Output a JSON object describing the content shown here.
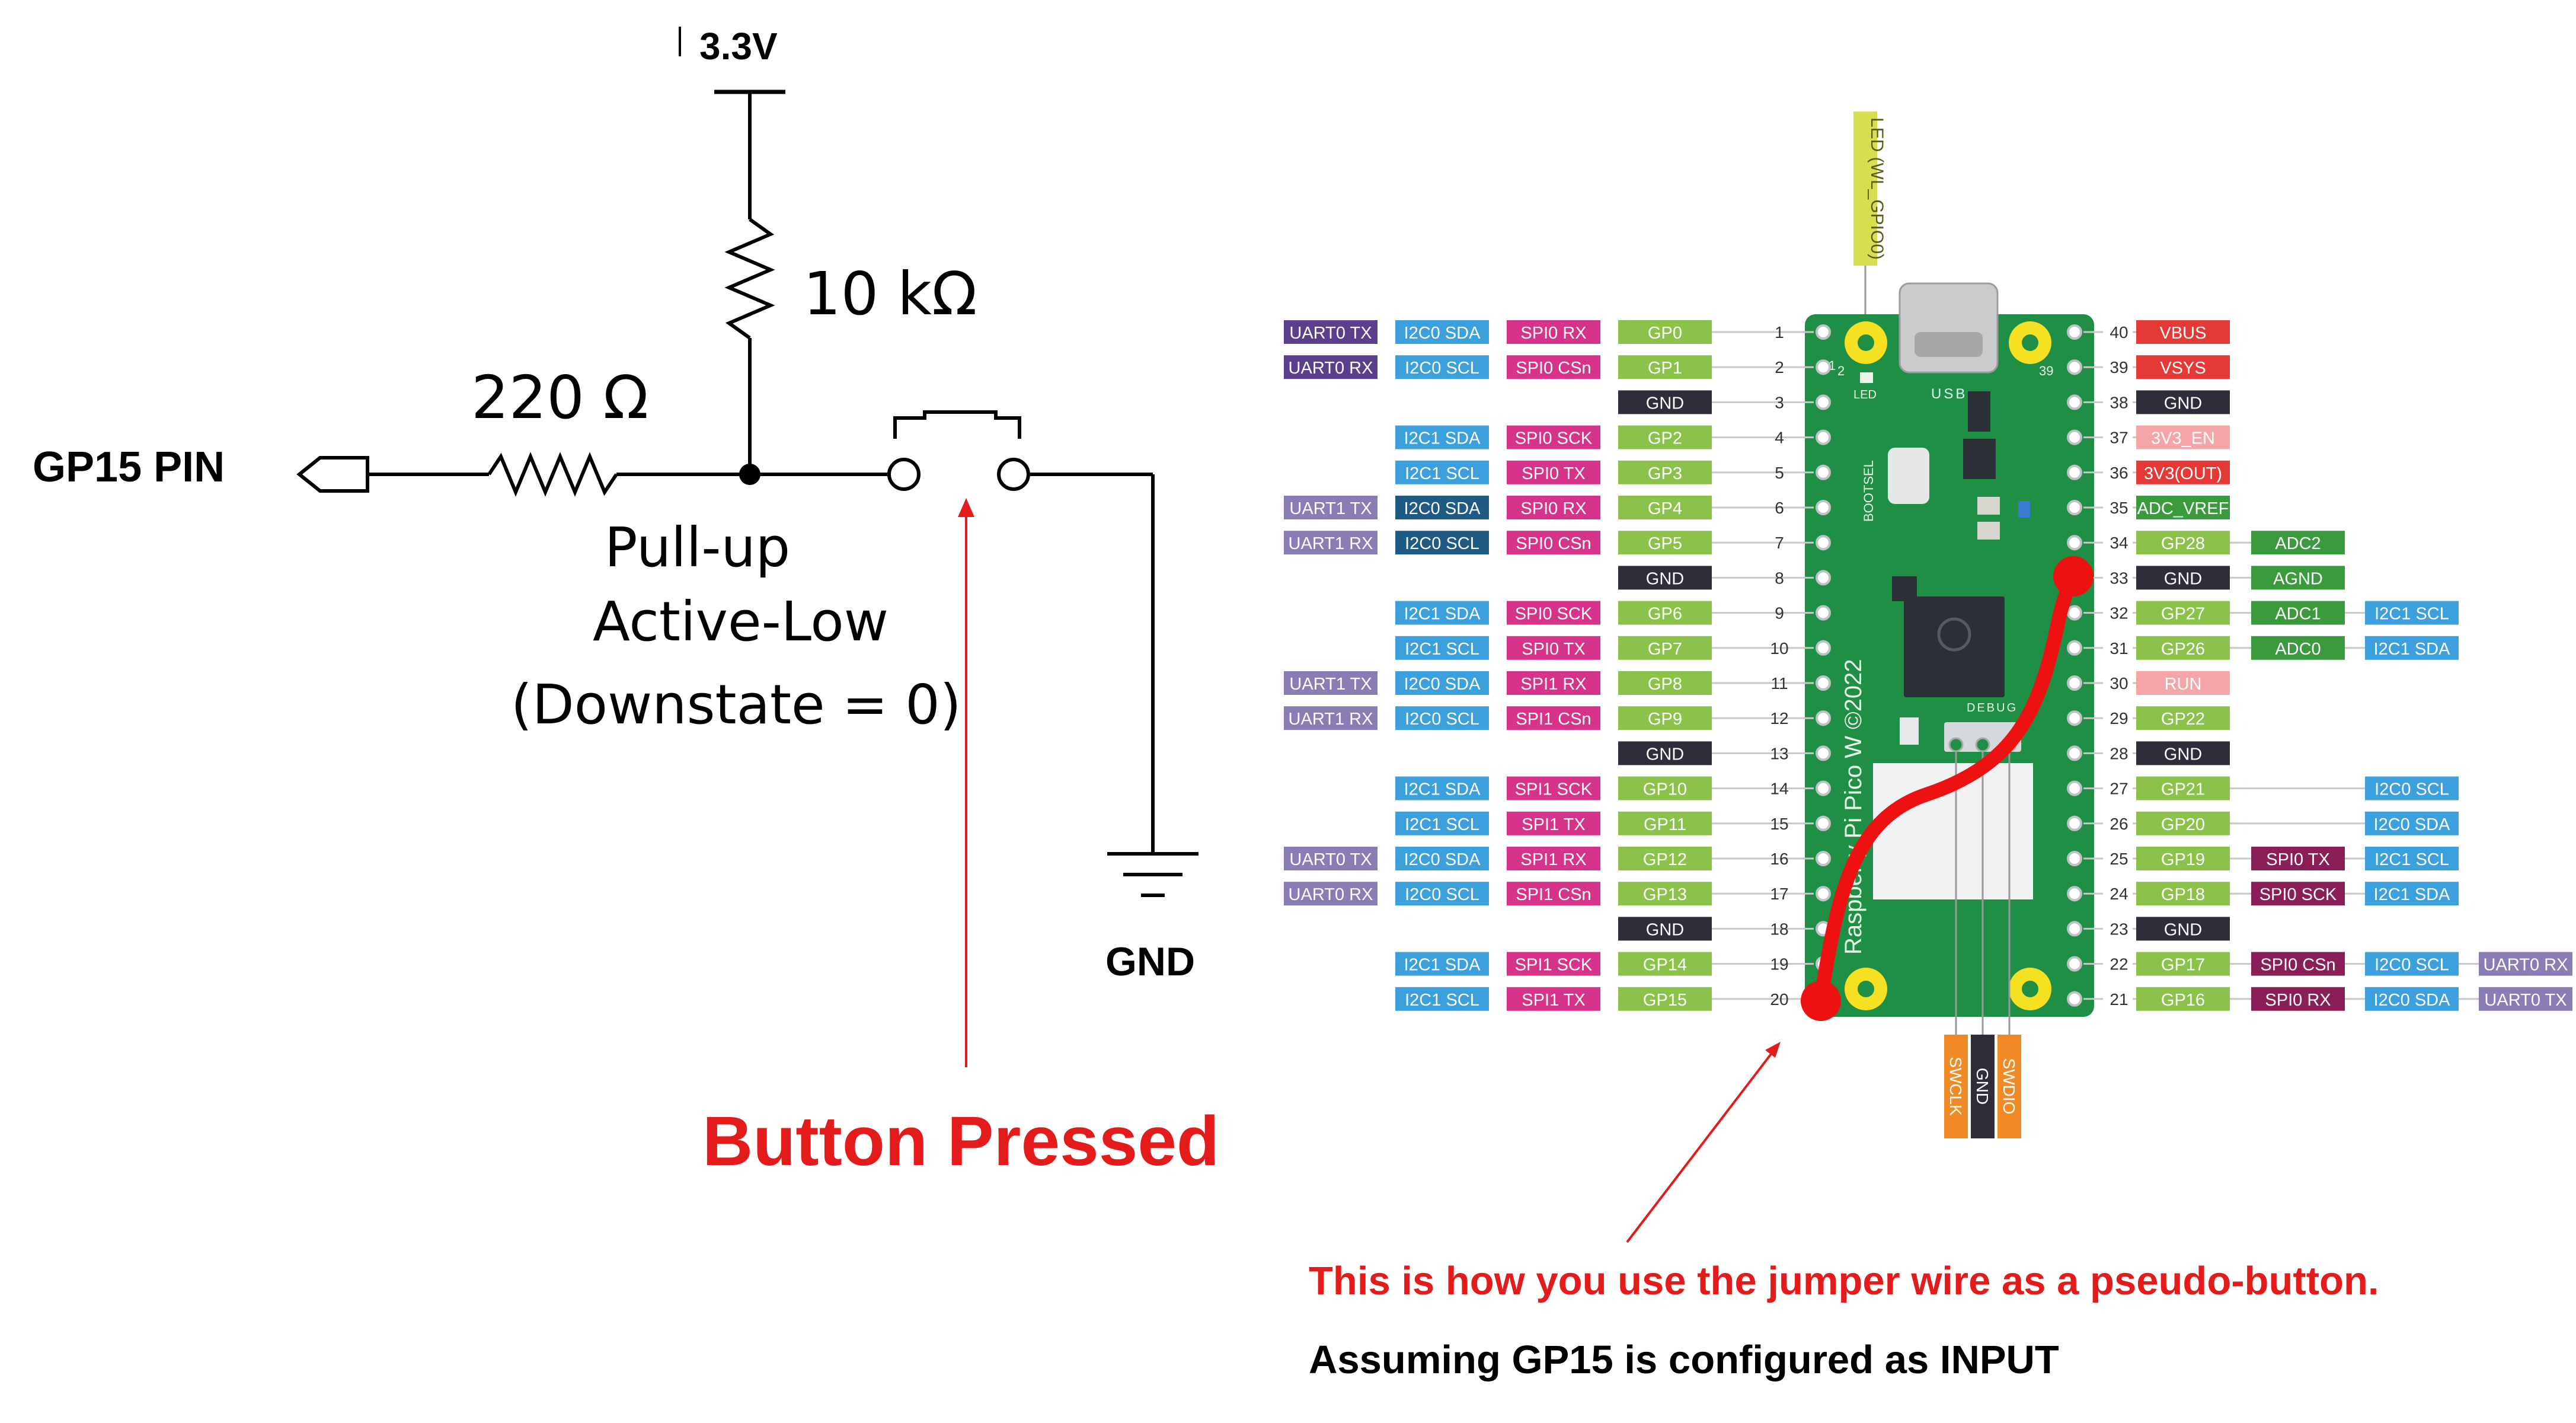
{
  "schematic": {
    "supply_label": "3.3V",
    "pullup_resistor_label": "10 kΩ",
    "series_resistor_label": "220 Ω",
    "pin_label": "GP15 PIN",
    "mode_line1": "Pull-up",
    "mode_line2": "Active-Low",
    "mode_line3": "(Downstate = 0)",
    "ground_label": "GND",
    "callout": "Button Pressed"
  },
  "board": {
    "name": "Raspberry Pi Pico W ©2022",
    "led_header": "LED (WL_GPIO0)",
    "led_mark": "LED",
    "usb_mark": "USB",
    "bootsel_mark": "BOOTSEL",
    "debug_mark": "DEBUG",
    "corner_pin1": "1",
    "corner_pin2": "2",
    "corner_pin39": "39",
    "debug_pins": [
      "SWCLK",
      "GND",
      "SWDIO"
    ]
  },
  "colors": {
    "uart": "#8a7cb5",
    "uart_dark": "#5b3f8d",
    "i2c": "#3ba0dc",
    "i2c_dark": "#1f5a84",
    "spi": "#d6338a",
    "spi_dark": "#8a1f57",
    "gpio": "#8bc34a",
    "gnd": "#2e2e3a",
    "power": "#e53935",
    "run": "#f4a5a8",
    "adc": "#3b9a3d",
    "swd": "#f08a24",
    "board": "#1f8f45",
    "wire": "#ee1111",
    "callout_red": "#e31b1b"
  },
  "left_pins": [
    {
      "num": "1",
      "labels": [
        {
          "t": "GP0",
          "c": "gpio"
        },
        {
          "t": "SPI0 RX",
          "c": "spi"
        },
        {
          "t": "I2C0 SDA",
          "c": "i2c"
        },
        {
          "t": "UART0 TX",
          "c": "uart_dark"
        }
      ]
    },
    {
      "num": "2",
      "labels": [
        {
          "t": "GP1",
          "c": "gpio"
        },
        {
          "t": "SPI0 CSn",
          "c": "spi"
        },
        {
          "t": "I2C0 SCL",
          "c": "i2c"
        },
        {
          "t": "UART0 RX",
          "c": "uart_dark"
        }
      ]
    },
    {
      "num": "3",
      "labels": [
        {
          "t": "GND",
          "c": "gnd"
        }
      ]
    },
    {
      "num": "4",
      "labels": [
        {
          "t": "GP2",
          "c": "gpio"
        },
        {
          "t": "SPI0 SCK",
          "c": "spi"
        },
        {
          "t": "I2C1 SDA",
          "c": "i2c"
        }
      ]
    },
    {
      "num": "5",
      "labels": [
        {
          "t": "GP3",
          "c": "gpio"
        },
        {
          "t": "SPI0 TX",
          "c": "spi"
        },
        {
          "t": "I2C1 SCL",
          "c": "i2c"
        }
      ]
    },
    {
      "num": "6",
      "labels": [
        {
          "t": "GP4",
          "c": "gpio"
        },
        {
          "t": "SPI0 RX",
          "c": "spi"
        },
        {
          "t": "I2C0 SDA",
          "c": "i2c_dark"
        },
        {
          "t": "UART1 TX",
          "c": "uart"
        }
      ]
    },
    {
      "num": "7",
      "labels": [
        {
          "t": "GP5",
          "c": "gpio"
        },
        {
          "t": "SPI0 CSn",
          "c": "spi"
        },
        {
          "t": "I2C0 SCL",
          "c": "i2c_dark"
        },
        {
          "t": "UART1 RX",
          "c": "uart"
        }
      ]
    },
    {
      "num": "8",
      "labels": [
        {
          "t": "GND",
          "c": "gnd"
        }
      ]
    },
    {
      "num": "9",
      "labels": [
        {
          "t": "GP6",
          "c": "gpio"
        },
        {
          "t": "SPI0 SCK",
          "c": "spi"
        },
        {
          "t": "I2C1 SDA",
          "c": "i2c"
        }
      ]
    },
    {
      "num": "10",
      "labels": [
        {
          "t": "GP7",
          "c": "gpio"
        },
        {
          "t": "SPI0 TX",
          "c": "spi"
        },
        {
          "t": "I2C1 SCL",
          "c": "i2c"
        }
      ]
    },
    {
      "num": "11",
      "labels": [
        {
          "t": "GP8",
          "c": "gpio"
        },
        {
          "t": "SPI1 RX",
          "c": "spi"
        },
        {
          "t": "I2C0 SDA",
          "c": "i2c"
        },
        {
          "t": "UART1 TX",
          "c": "uart"
        }
      ]
    },
    {
      "num": "12",
      "labels": [
        {
          "t": "GP9",
          "c": "gpio"
        },
        {
          "t": "SPI1 CSn",
          "c": "spi"
        },
        {
          "t": "I2C0 SCL",
          "c": "i2c"
        },
        {
          "t": "UART1 RX",
          "c": "uart"
        }
      ]
    },
    {
      "num": "13",
      "labels": [
        {
          "t": "GND",
          "c": "gnd"
        }
      ]
    },
    {
      "num": "14",
      "labels": [
        {
          "t": "GP10",
          "c": "gpio"
        },
        {
          "t": "SPI1 SCK",
          "c": "spi"
        },
        {
          "t": "I2C1 SDA",
          "c": "i2c"
        }
      ]
    },
    {
      "num": "15",
      "labels": [
        {
          "t": "GP11",
          "c": "gpio"
        },
        {
          "t": "SPI1 TX",
          "c": "spi"
        },
        {
          "t": "I2C1 SCL",
          "c": "i2c"
        }
      ]
    },
    {
      "num": "16",
      "labels": [
        {
          "t": "GP12",
          "c": "gpio"
        },
        {
          "t": "SPI1 RX",
          "c": "spi"
        },
        {
          "t": "I2C0 SDA",
          "c": "i2c"
        },
        {
          "t": "UART0 TX",
          "c": "uart"
        }
      ]
    },
    {
      "num": "17",
      "labels": [
        {
          "t": "GP13",
          "c": "gpio"
        },
        {
          "t": "SPI1 CSn",
          "c": "spi"
        },
        {
          "t": "I2C0 SCL",
          "c": "i2c"
        },
        {
          "t": "UART0 RX",
          "c": "uart"
        }
      ]
    },
    {
      "num": "18",
      "labels": [
        {
          "t": "GND",
          "c": "gnd"
        }
      ]
    },
    {
      "num": "19",
      "labels": [
        {
          "t": "GP14",
          "c": "gpio"
        },
        {
          "t": "SPI1 SCK",
          "c": "spi"
        },
        {
          "t": "I2C1 SDA",
          "c": "i2c"
        }
      ]
    },
    {
      "num": "20",
      "labels": [
        {
          "t": "GP15",
          "c": "gpio"
        },
        {
          "t": "SPI1 TX",
          "c": "spi"
        },
        {
          "t": "I2C1 SCL",
          "c": "i2c"
        }
      ]
    }
  ],
  "right_pins": [
    {
      "num": "40",
      "labels": [
        {
          "t": "VBUS",
          "c": "power"
        }
      ]
    },
    {
      "num": "39",
      "labels": [
        {
          "t": "VSYS",
          "c": "power"
        }
      ]
    },
    {
      "num": "38",
      "labels": [
        {
          "t": "GND",
          "c": "gnd"
        }
      ]
    },
    {
      "num": "37",
      "labels": [
        {
          "t": "3V3_EN",
          "c": "run"
        }
      ]
    },
    {
      "num": "36",
      "labels": [
        {
          "t": "3V3(OUT)",
          "c": "power"
        }
      ]
    },
    {
      "num": "35",
      "labels": [
        {
          "t": "ADC_VREF",
          "c": "adc"
        }
      ]
    },
    {
      "num": "34",
      "labels": [
        {
          "t": "GP28",
          "c": "gpio"
        },
        {
          "t": "ADC2",
          "c": "adc"
        }
      ]
    },
    {
      "num": "33",
      "labels": [
        {
          "t": "GND",
          "c": "gnd"
        },
        {
          "t": "AGND",
          "c": "adc"
        }
      ]
    },
    {
      "num": "32",
      "labels": [
        {
          "t": "GP27",
          "c": "gpio"
        },
        {
          "t": "ADC1",
          "c": "adc"
        },
        {
          "t": "I2C1 SCL",
          "c": "i2c"
        }
      ]
    },
    {
      "num": "31",
      "labels": [
        {
          "t": "GP26",
          "c": "gpio"
        },
        {
          "t": "ADC0",
          "c": "adc"
        },
        {
          "t": "I2C1 SDA",
          "c": "i2c"
        }
      ]
    },
    {
      "num": "30",
      "labels": [
        {
          "t": "RUN",
          "c": "run"
        }
      ]
    },
    {
      "num": "29",
      "labels": [
        {
          "t": "GP22",
          "c": "gpio"
        }
      ]
    },
    {
      "num": "28",
      "labels": [
        {
          "t": "GND",
          "c": "gnd"
        }
      ]
    },
    {
      "num": "27",
      "labels": [
        {
          "t": "GP21",
          "c": "gpio"
        },
        {
          "t": "",
          "c": ""
        },
        {
          "t": "I2C0 SCL",
          "c": "i2c"
        }
      ]
    },
    {
      "num": "26",
      "labels": [
        {
          "t": "GP20",
          "c": "gpio"
        },
        {
          "t": "",
          "c": ""
        },
        {
          "t": "I2C0 SDA",
          "c": "i2c"
        }
      ]
    },
    {
      "num": "25",
      "labels": [
        {
          "t": "GP19",
          "c": "gpio"
        },
        {
          "t": "SPI0 TX",
          "c": "spi_dark"
        },
        {
          "t": "I2C1 SCL",
          "c": "i2c"
        }
      ]
    },
    {
      "num": "24",
      "labels": [
        {
          "t": "GP18",
          "c": "gpio"
        },
        {
          "t": "SPI0 SCK",
          "c": "spi_dark"
        },
        {
          "t": "I2C1 SDA",
          "c": "i2c"
        }
      ]
    },
    {
      "num": "23",
      "labels": [
        {
          "t": "GND",
          "c": "gnd"
        }
      ]
    },
    {
      "num": "22",
      "labels": [
        {
          "t": "GP17",
          "c": "gpio"
        },
        {
          "t": "SPI0 CSn",
          "c": "spi_dark"
        },
        {
          "t": "I2C0 SCL",
          "c": "i2c"
        },
        {
          "t": "UART0 RX",
          "c": "uart"
        }
      ]
    },
    {
      "num": "21",
      "labels": [
        {
          "t": "GP16",
          "c": "gpio"
        },
        {
          "t": "SPI0 RX",
          "c": "spi_dark"
        },
        {
          "t": "I2C0 SDA",
          "c": "i2c"
        },
        {
          "t": "UART0 TX",
          "c": "uart"
        }
      ]
    }
  ],
  "notes": {
    "line1": "This is how you use the jumper wire as a pseudo-button.",
    "line2": "Assuming GP15 is configured as INPUT"
  }
}
